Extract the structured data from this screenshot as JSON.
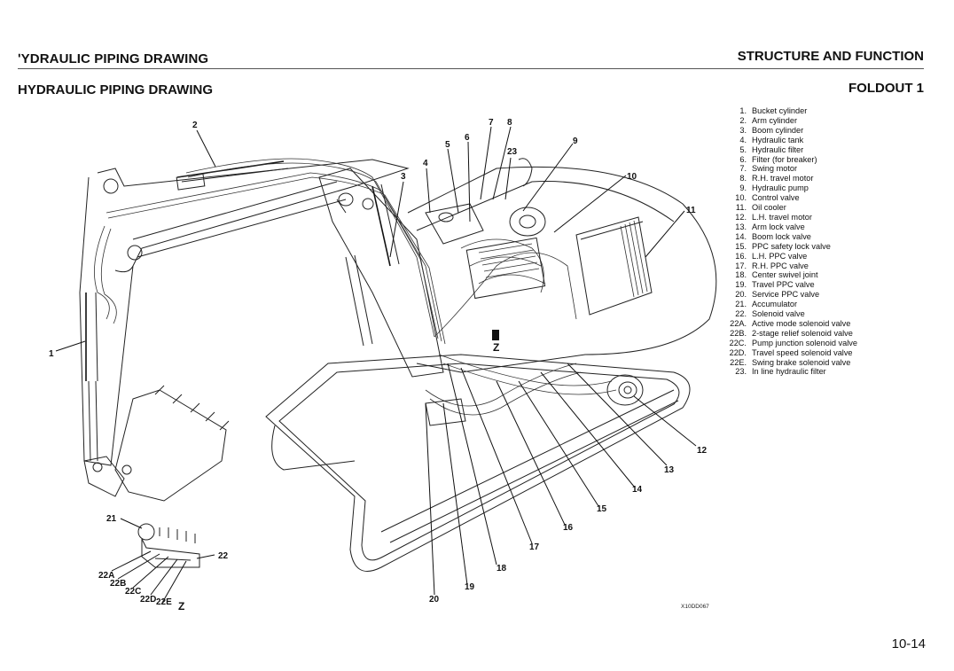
{
  "header": {
    "section_title": "ʹYDRAULIC PIPING DRAWING",
    "chapter_title": "STRUCTURE AND FUNCTION",
    "page_title": "HYDRAULIC PIPING DRAWING",
    "foldout_label": "FOLDOUT 1"
  },
  "legend": [
    {
      "num": "1.",
      "label": "Bucket cylinder"
    },
    {
      "num": "2.",
      "label": "Arm cylinder"
    },
    {
      "num": "3.",
      "label": "Boom cylinder"
    },
    {
      "num": "4.",
      "label": "Hydraulic tank"
    },
    {
      "num": "5.",
      "label": "Hydraulic filter"
    },
    {
      "num": "6.",
      "label": "Filter (for breaker)"
    },
    {
      "num": "7.",
      "label": "Swing motor"
    },
    {
      "num": "8.",
      "label": "R.H. travel motor"
    },
    {
      "num": "9.",
      "label": "Hydraulic pump"
    },
    {
      "num": "10.",
      "label": "Control valve"
    },
    {
      "num": "11.",
      "label": "Oil cooler"
    },
    {
      "num": "12.",
      "label": "L.H. travel motor"
    },
    {
      "num": "13.",
      "label": "Arm lock valve"
    },
    {
      "num": "14.",
      "label": "Boom lock valve"
    },
    {
      "num": "15.",
      "label": "PPC safety lock valve"
    },
    {
      "num": "16.",
      "label": "L.H. PPC valve"
    },
    {
      "num": "17.",
      "label": "R.H. PPC valve"
    },
    {
      "num": "18.",
      "label": "Center swivel joint"
    },
    {
      "num": "19.",
      "label": "Travel PPC valve"
    },
    {
      "num": "20.",
      "label": "Service PPC valve"
    },
    {
      "num": "21.",
      "label": "Accumulator"
    },
    {
      "num": "22.",
      "label": "Solenoid valve"
    },
    {
      "num": "22A.",
      "label": "Active mode solenoid valve"
    },
    {
      "num": "22B.",
      "label": "2-stage relief solenoid valve"
    },
    {
      "num": "22C.",
      "label": "Pump junction solenoid valve"
    },
    {
      "num": "22D.",
      "label": "Travel speed solenoid valve"
    },
    {
      "num": "22E.",
      "label": "Swing brake solenoid valve"
    },
    {
      "num": "23.",
      "label": "In line hydraulic filter"
    }
  ],
  "callouts": {
    "c1": "1",
    "c2": "2",
    "c3": "3",
    "c4": "4",
    "c5": "5",
    "c6": "6",
    "c7": "7",
    "c8": "8",
    "c9": "9",
    "c10": "10",
    "c11": "11",
    "c12": "12",
    "c13": "13",
    "c14": "14",
    "c15": "15",
    "c16": "16",
    "c17": "17",
    "c18": "18",
    "c19": "19",
    "c20": "20",
    "c21": "21",
    "c22": "22",
    "c22a": "22A",
    "c22b": "22B",
    "c22c": "22C",
    "c22d": "22D",
    "c22e": "22E",
    "c23": "23",
    "view_z_main": "Z",
    "view_z_detail": "Z"
  },
  "footer": {
    "drawing_code": "X10DD067",
    "page_number": "10-14"
  }
}
